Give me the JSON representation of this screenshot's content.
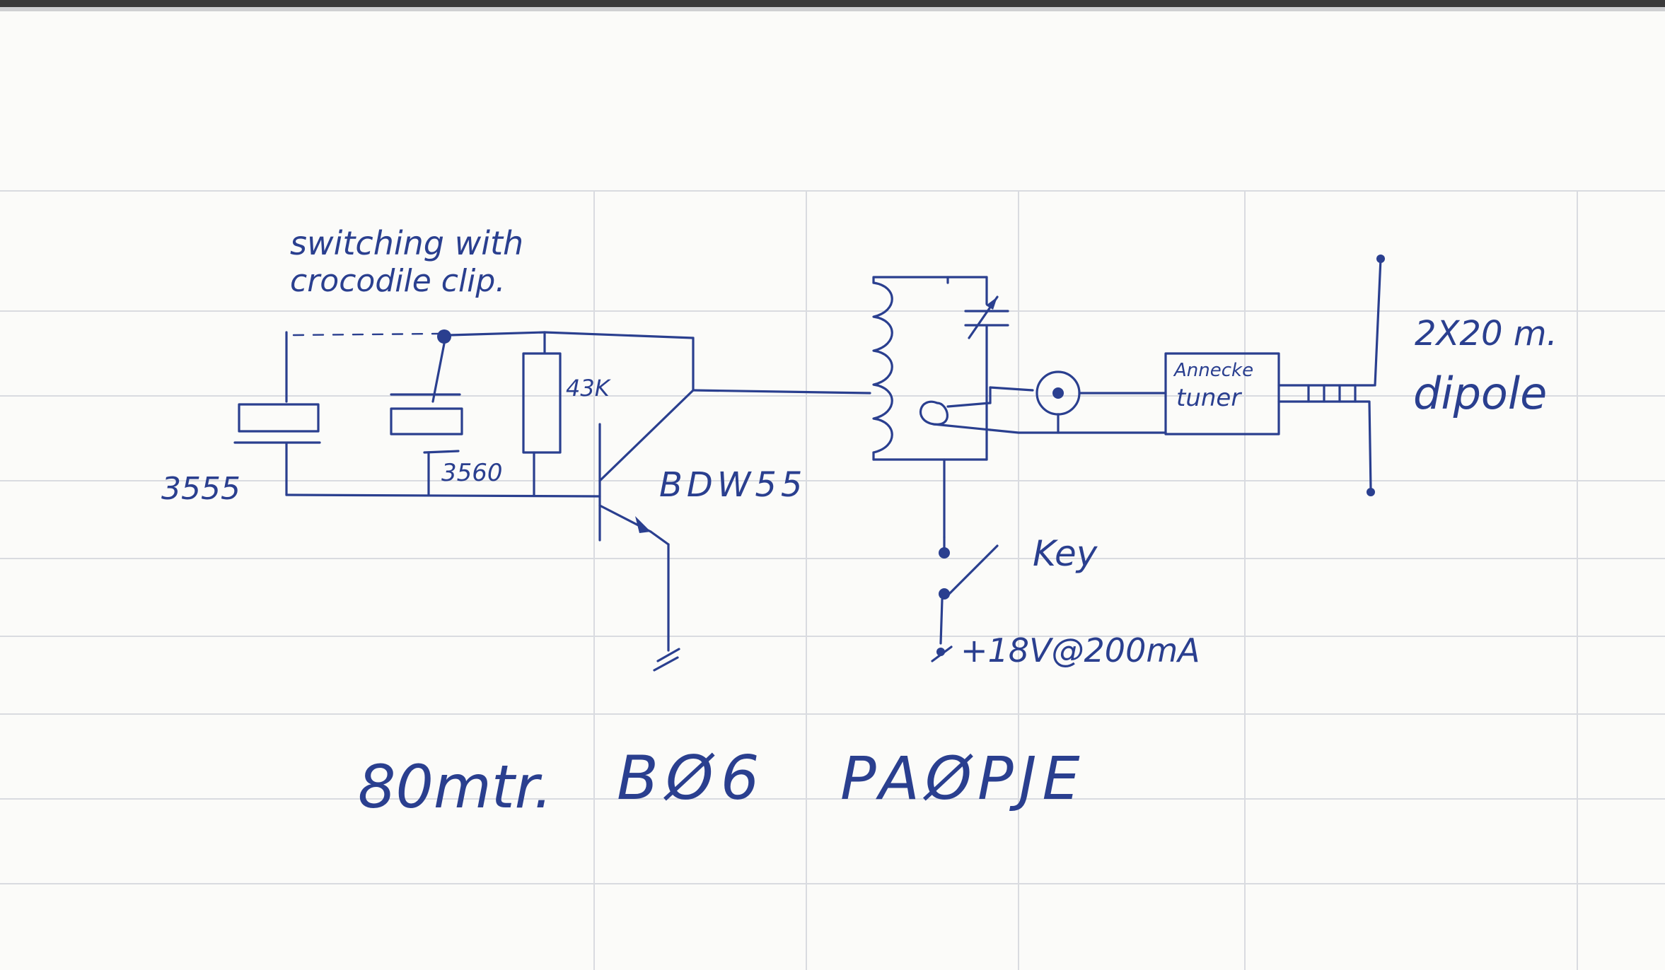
{
  "annotations": {
    "switch_note_line1": "switching with",
    "switch_note_line2": "crocodile clip.",
    "crystal1": "3555",
    "crystal2": "3560",
    "resistor": "43K",
    "transistor": "BDW55",
    "tuner_line1": "Annecke",
    "tuner_line2": "tuner",
    "antenna_line1": "2X20 m.",
    "antenna_line2": "dipole",
    "key": "Key",
    "supply": "+18V@200mA"
  },
  "footer": {
    "band": "80mtr.",
    "code": "BØ6",
    "callsign": "PAØPJE"
  },
  "colors": {
    "ink": "#2a3f8f",
    "paper": "#fbfbf9",
    "bleed_through": "#d2d4da"
  }
}
